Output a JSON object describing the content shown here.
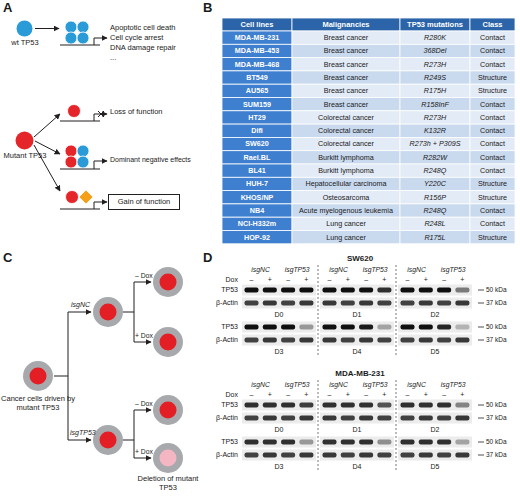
{
  "diagram": {
    "nodes": [
      {
        "text": [
          "wt TP53"
        ]
      },
      {
        "text": [
          "Mutant TP53"
        ]
      },
      {
        "text": [
          "Gain of function"
        ]
      },
      {
        "text": [
          "Cancer cells driven by mutant TP53"
        ]
      },
      {
        "text": [
          "Deletion of mutant TP53"
        ]
      }
    ],
    "labels": [
      "A",
      "B",
      "C",
      "D",
      "Apoptotic cell death",
      "Cell cycle arrest",
      "DNA damage repair",
      "...",
      "Loss of function",
      "Dominant negative effects",
      "Cell lines",
      "Malignancies",
      "TP53 mutations",
      "Class",
      "MDA-MB-231",
      "Breast cancer",
      "R280K",
      "Contact",
      "MDA-MB-453",
      "Breast cancer",
      "368Del",
      "Contact",
      "MDA-MB-468",
      "Breast cancer",
      "R273H",
      "Contact",
      "BT549",
      "Breast cancer",
      "R249S",
      "Structure",
      "AU565",
      "Breast cancer",
      "R175H",
      "Structure",
      "SUM159",
      "Breast cancer",
      "R158InF",
      "Contact",
      "HT29",
      "Colorectal cancer",
      "R273H",
      "Contact",
      "Difi",
      "Colorectal cancer",
      "K132R",
      "Contact",
      "SW620",
      "Colorectal cancer",
      "R273h + P309S",
      "Contact",
      "Rael.BL",
      "Burkitt lymphoma",
      "R282W",
      "Contact",
      "BL41",
      "Burkitt lymphoma",
      "R248Q",
      "Contact",
      "HUH-7",
      "Hepatocellular carcinoma",
      "Y220C",
      "Structure",
      "KHOS/NP",
      "Osteosarcoma",
      "R156P",
      "Structure",
      "NB4",
      "Acute myelogenous leukemia",
      "R248Q",
      "Contact",
      "NCI-H332m",
      "Lung cancer",
      "R248L",
      "Contact",
      "HOP-92",
      "Lung cancer",
      "R175L",
      "Structure",
      "isgNC",
      "isgTP53",
      "– Dox",
      "+ Dox",
      "– Dox",
      "+ Dox",
      "SW620",
      "isgNC",
      "isgTP53",
      "isgNC",
      "isgTP53",
      "isgNC",
      "isgTP53",
      "Dox",
      "–",
      "+",
      "–",
      "+",
      "–",
      "+",
      "–",
      "+",
      "–",
      "+",
      "–",
      "+",
      "TP53",
      "β-Actin",
      "50 kDa",
      "37 kDa",
      "D0",
      "D1",
      "D2",
      "TP53",
      "β-Actin",
      "50 kDa",
      "37 kDa",
      "D3",
      "D4",
      "D5",
      "MDA-MB-231",
      "isgNC",
      "isgTP53",
      "isgNC",
      "isgTP53",
      "isgNC",
      "isgTP53",
      "Dox",
      "–",
      "+",
      "–",
      "+",
      "–",
      "+",
      "–",
      "+",
      "–",
      "+",
      "–",
      "+",
      "TP53",
      "β-Actin",
      "50 kDa",
      "37 kDa",
      "D0",
      "D1",
      "D2",
      "TP53",
      "β-Actin",
      "50 kDa",
      "37 kDa",
      "D3",
      "D4",
      "D5"
    ]
  }
}
